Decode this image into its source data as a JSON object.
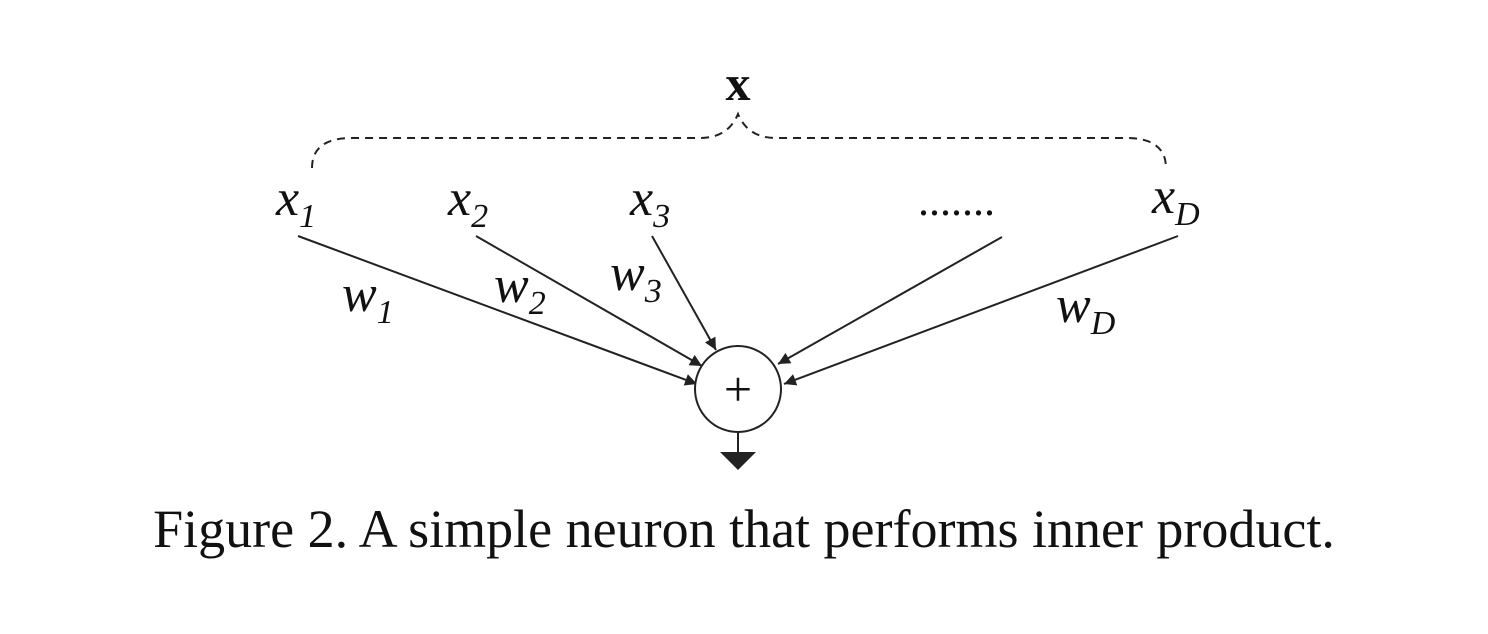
{
  "vector_label": "x",
  "inputs": [
    {
      "base": "x",
      "sub": "1"
    },
    {
      "base": "x",
      "sub": "2"
    },
    {
      "base": "x",
      "sub": "3"
    },
    {
      "base": "x",
      "sub": "D"
    }
  ],
  "ellipsis": ".......",
  "weights": [
    {
      "base": "w",
      "sub": "1"
    },
    {
      "base": "w",
      "sub": "2"
    },
    {
      "base": "w",
      "sub": "3"
    },
    {
      "base": "w",
      "sub": "D"
    }
  ],
  "sum_symbol": "+",
  "caption": "Figure 2. A simple neuron that performs inner product."
}
